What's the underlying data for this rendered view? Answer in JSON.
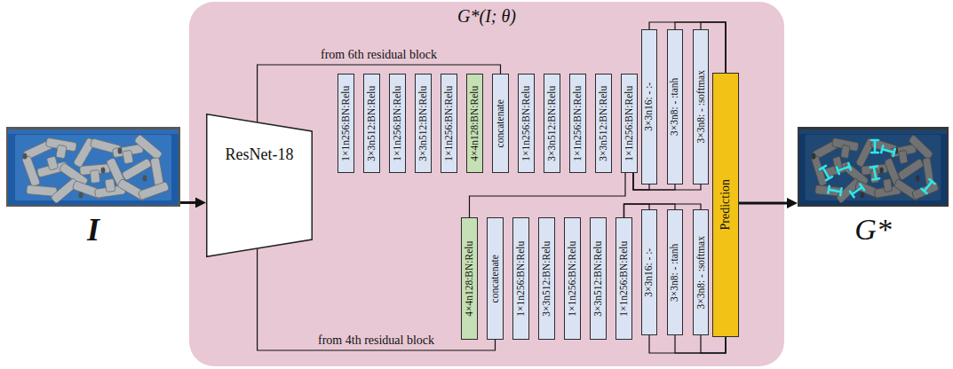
{
  "diagram": {
    "nodes": [
      {
        "text": [
          "I"
        ]
      },
      {
        "text": [
          "G*(I; θ)"
        ]
      },
      {
        "text": [
          "ResNet-18"
        ],
        "in": 1
      },
      {
        "text": [
          "1×1n256:BN:Relu"
        ],
        "in": 1
      },
      {
        "text": [
          "3×3n512:BN:Relu"
        ],
        "in": 1
      },
      {
        "text": [
          "1×1n256:BN:Relu"
        ],
        "in": 1
      },
      {
        "text": [
          "3×3n512:BN:Relu"
        ],
        "in": 1
      },
      {
        "text": [
          "1×1n256:BN:Relu"
        ],
        "in": 1
      },
      {
        "text": [
          "4×4n128:BN:Relu"
        ],
        "in": 1
      },
      {
        "text": [
          "concatenate"
        ],
        "in": 1
      },
      {
        "text": [
          "1×1n256:BN:Relu"
        ],
        "in": 1
      },
      {
        "text": [
          "3×3n512:BN:Relu"
        ],
        "in": 1
      },
      {
        "text": [
          "1×1n256:BN:Relu"
        ],
        "in": 1
      },
      {
        "text": [
          "3×3n512:BN:Relu"
        ],
        "in": 1
      },
      {
        "text": [
          "1×1n256:BN:Relu"
        ],
        "in": 1
      },
      {
        "text": [
          "3×3n16: - :-"
        ],
        "in": 1
      },
      {
        "text": [
          "3×3n8: - :tanh"
        ],
        "in": 1
      },
      {
        "text": [
          "3×3n8: - :softmax"
        ],
        "in": 1
      },
      {
        "text": [
          "4×4n128:BN:Relu"
        ],
        "in": 1
      },
      {
        "text": [
          "concatenate"
        ],
        "in": 1
      },
      {
        "text": [
          "1×1n256:BN:Relu"
        ],
        "in": 1
      },
      {
        "text": [
          "3×3n512:BN:Relu"
        ],
        "in": 1
      },
      {
        "text": [
          "1×1n256:BN:Relu"
        ],
        "in": 1
      },
      {
        "text": [
          "3×3n512:BN:Relu"
        ],
        "in": 1
      },
      {
        "text": [
          "1×1n256:BN:Relu"
        ],
        "in": 1
      },
      {
        "text": [
          "3×3n16: - :-"
        ],
        "in": 1
      },
      {
        "text": [
          "3×3n8: - :tanh"
        ],
        "in": 1
      },
      {
        "text": [
          "3×3n8: - :softmax"
        ],
        "in": 1
      },
      {
        "text": [
          "Prediction"
        ],
        "in": 1
      },
      {
        "text": [
          "G*"
        ]
      }
    ],
    "edges": [
      {
        "from": 0,
        "to": 2,
        "arrow": "to"
      },
      {
        "from": 2,
        "to": 9,
        "label": "from 6th residual block",
        "arrow": "none"
      },
      {
        "from": 2,
        "to": 19,
        "label": "from 4th residual block",
        "arrow": "none"
      },
      {
        "from": 14,
        "to": 18,
        "arrow": "none"
      },
      {
        "from": 14,
        "to": 15,
        "arrow": "none"
      },
      {
        "from": 14,
        "to": 16,
        "arrow": "none"
      },
      {
        "from": 14,
        "to": 17,
        "arrow": "none"
      },
      {
        "from": 24,
        "to": 25,
        "arrow": "none"
      },
      {
        "from": 24,
        "to": 26,
        "arrow": "none"
      },
      {
        "from": 24,
        "to": 27,
        "arrow": "none"
      },
      {
        "from": 15,
        "to": 28,
        "arrow": "none"
      },
      {
        "from": 16,
        "to": 28,
        "arrow": "none"
      },
      {
        "from": 17,
        "to": 28,
        "arrow": "none"
      },
      {
        "from": 25,
        "to": 28,
        "arrow": "none"
      },
      {
        "from": 26,
        "to": 28,
        "arrow": "none"
      },
      {
        "from": 27,
        "to": 28,
        "arrow": "none"
      },
      {
        "from": 28,
        "to": 29,
        "arrow": "to"
      }
    ]
  }
}
